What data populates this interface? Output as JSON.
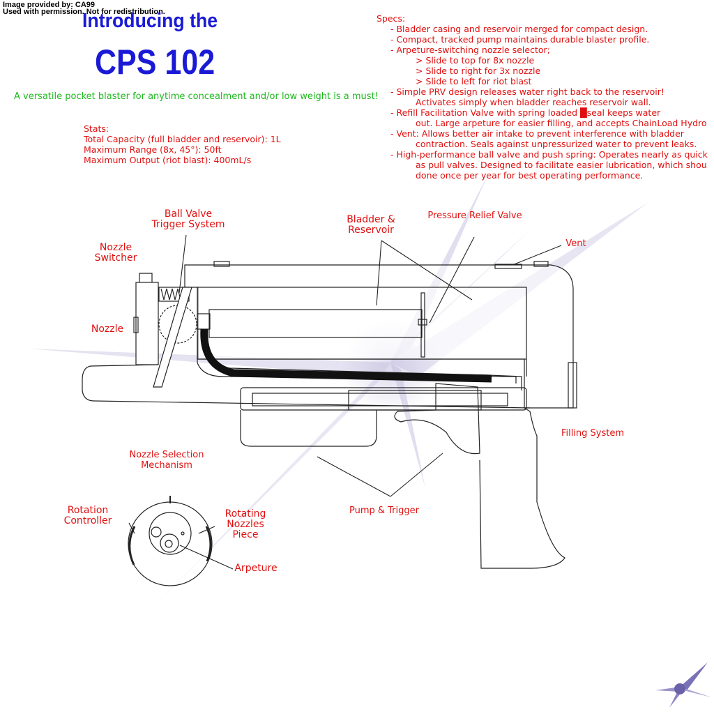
{
  "credit": {
    "line1": "Image provided by: CA99",
    "line2": "Used with permission. Not for redistribution."
  },
  "header": {
    "intro": "Introducing the",
    "model": "CPS 102",
    "tagline": "A versatile pocket blaster for anytime concealment and/or low weight is a must!"
  },
  "stats": {
    "heading": "Stats:",
    "lines": [
      "Total Capacity (full bladder and reservoir): 1L",
      "Maximum Range (8x, 45°): 50ft",
      "Maximum Output (riot blast): 400mL/s"
    ]
  },
  "specs": {
    "heading": "Specs:",
    "lines": [
      "- Bladder casing and reservoir merged for compact design.",
      "- Compact, tracked pump maintains durable blaster profile.",
      "- Arpeture-switching nozzle selector;",
      "> Slide to top for 8x nozzle",
      "> Slide to right for 3x nozzle",
      "> Slide to left for riot blast",
      "- Simple PRV design releases water right back to the reservoir!",
      "Activates simply when bladder reaches reservoir wall.",
      "- Refill Facilitation Valve with spring loaded █seal keeps water",
      "out. Large arpeture for easier filling, and accepts ChainLoad Hydro",
      "- Vent: Allows better air intake to prevent interference with bladder",
      "contraction. Seals against unpressurized water to prevent leaks.",
      "- High-performance ball valve and push spring: Operates nearly as quick",
      "as pull valves. Designed to facilitate easier lubrication, which shou",
      "done once per year for best operating performance."
    ]
  },
  "labels": {
    "ball_valve": "Ball Valve\nTrigger System",
    "nozzle_switcher": "Nozzle\nSwitcher",
    "nozzle": "Nozzle",
    "bladder": "Bladder &\nReservoir",
    "prv": "Pressure Relief Valve",
    "vent": "Vent",
    "filling": "Filling System",
    "nozzle_selection": "Nozzle Selection\nMechanism",
    "pump_trigger": "Pump & Trigger",
    "rotation_controller": "Rotation\nController",
    "rotating_nozzles": "Rotating\nNozzles\nPiece",
    "arpeture": "Arpeture"
  },
  "colors": {
    "title_blue": "#1a1ad6",
    "tagline_green": "#1fb81f",
    "label_red": "#e01010",
    "watermark": "#8a82c0"
  }
}
